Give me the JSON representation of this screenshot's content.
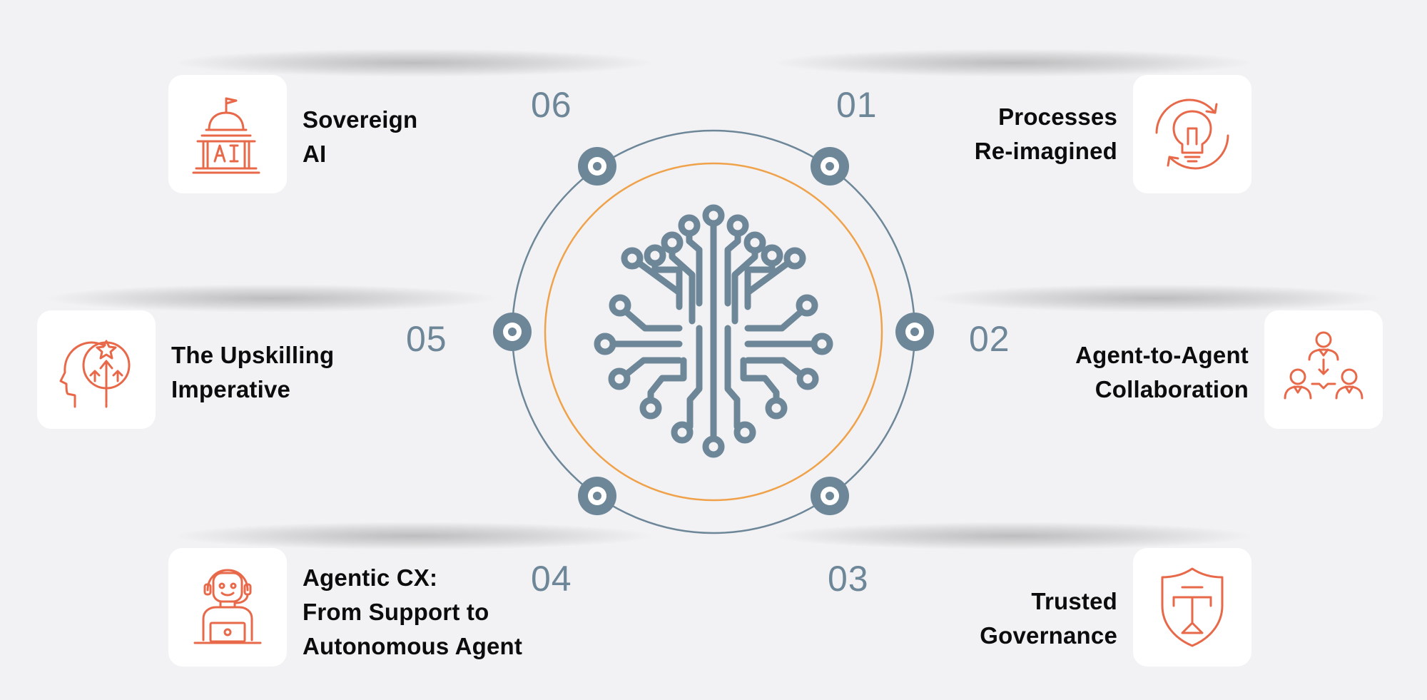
{
  "items": [
    {
      "number": "01",
      "lines": [
        "Processes",
        "Re-imagined"
      ],
      "icon": "lightbulb-cycle-icon"
    },
    {
      "number": "02",
      "lines": [
        "Agent-to-Agent",
        "Collaboration"
      ],
      "icon": "team-hierarchy-icon"
    },
    {
      "number": "03",
      "lines": [
        "Trusted",
        "Governance"
      ],
      "icon": "shield-scales-icon"
    },
    {
      "number": "04",
      "lines": [
        "Agentic CX:",
        "From Support to",
        "Autonomous Agent"
      ],
      "icon": "support-agent-icon"
    },
    {
      "number": "05",
      "lines": [
        "The Upskilling",
        "Imperative"
      ],
      "icon": "head-growth-icon"
    },
    {
      "number": "06",
      "lines": [
        "Sovereign",
        "AI"
      ],
      "icon": "ai-capitol-icon"
    }
  ],
  "center_icon": "circuit-brain-icon",
  "colors": {
    "accent_orange": "#e8694a",
    "ring_orange": "#f0a24a",
    "slate": "#6d8799",
    "text": "#0c0c0c",
    "card": "#ffffff",
    "background": "#f2f2f4"
  }
}
